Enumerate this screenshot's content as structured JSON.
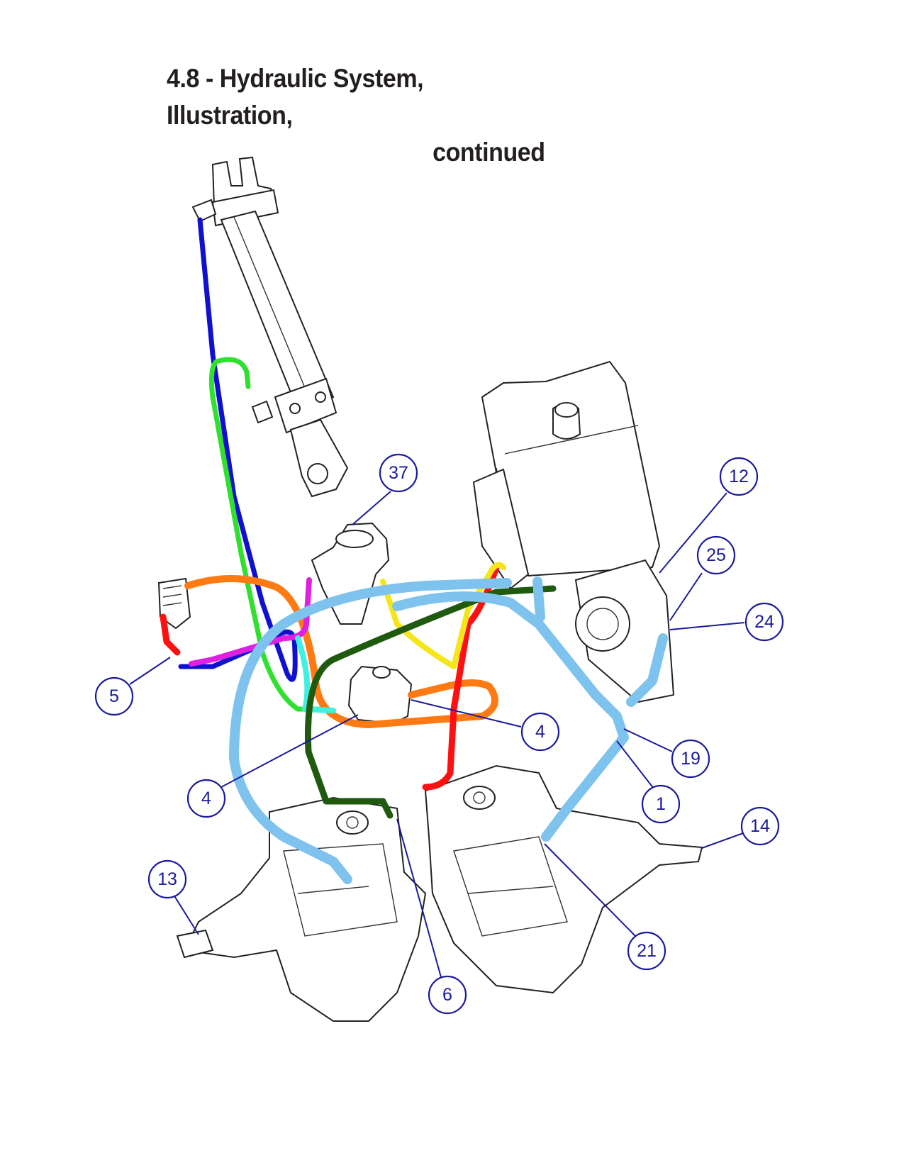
{
  "page": {
    "title_line1": "4.8 - Hydraulic System, Illustration,",
    "title_line2": "continued"
  },
  "colors": {
    "callout": "#1a1a9c",
    "hose_light_blue": "#7ec3ee",
    "hose_dark_green": "#1f5a0f",
    "hose_green": "#2fe02f",
    "hose_blue": "#1010d0",
    "hose_orange": "#ff7a12",
    "hose_red": "#ff1010",
    "hose_yellow": "#f5e61a",
    "hose_magenta": "#e020e0",
    "hose_cyan": "#40f0e0"
  },
  "callouts": [
    {
      "label": "37"
    },
    {
      "label": "12"
    },
    {
      "label": "25"
    },
    {
      "label": "24"
    },
    {
      "label": "5"
    },
    {
      "label": "4"
    },
    {
      "label": "4"
    },
    {
      "label": "19"
    },
    {
      "label": "1"
    },
    {
      "label": "14"
    },
    {
      "label": "13"
    },
    {
      "label": "21"
    },
    {
      "label": "6"
    }
  ]
}
